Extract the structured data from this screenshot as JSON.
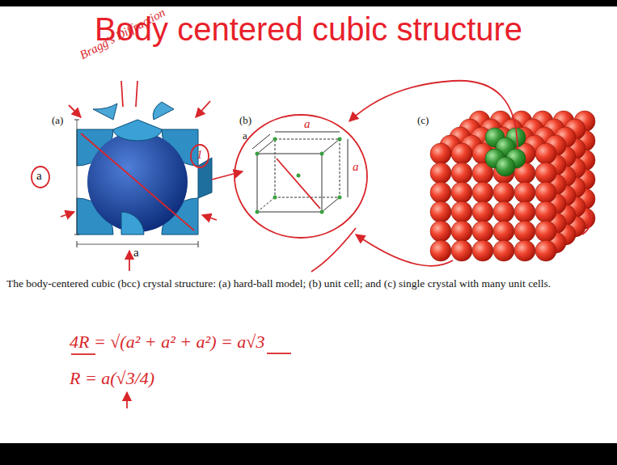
{
  "diagram": {
    "title": "Body centered cubic structure",
    "caption": "The body-centered cubic (bcc) crystal structure: (a) hard-ball model; (b) unit cell; and (c) single crystal with many unit cells.",
    "labels": [
      "(a)",
      "a",
      "a",
      "1",
      "Bragg's Diffraction",
      "(b)",
      "a",
      "a",
      "a",
      "(c)",
      "4R = √(a² + a² + a²) = a√3",
      "R = a(√3/4)"
    ]
  }
}
